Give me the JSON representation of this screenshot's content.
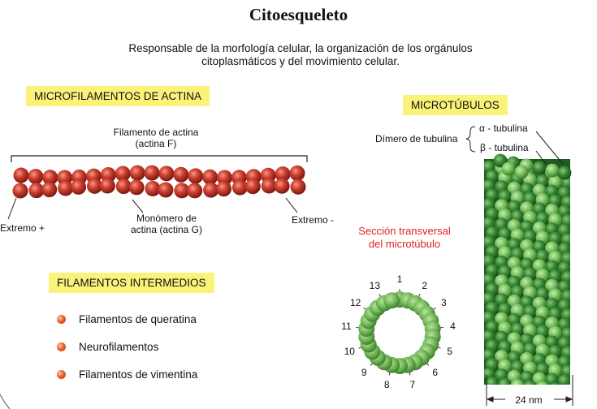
{
  "title": "Citoesqueleto",
  "subtitle": {
    "line1": "Responsable de la morfología celular, la organización de los orgánulos",
    "line2": "citoplasmáticos y del movimiento celular."
  },
  "microfilaments": {
    "heading": "MICROFILAMENTOS DE ACTINA",
    "filament_label_1": "Filamento de actina",
    "filament_label_2": "(actina F)",
    "monomer_label_1": "Monómero de",
    "monomer_label_2": "actina (actina G)",
    "plus_end": "Extremo +",
    "minus_end": "Extremo -"
  },
  "intermediate": {
    "heading": "FILAMENTOS INTERMEDIOS",
    "items": [
      "Filamentos de queratina",
      "Neurofilamentos",
      "Filamentos de vimentina"
    ]
  },
  "microtubules": {
    "heading": "MICROTÚBULOS",
    "dimer_label": "Dímero de tubulina",
    "alpha_label": "α - tubulina",
    "beta_label": "β - tubulina",
    "section_label_1": "Sección transversal",
    "section_label_2": "del microtúbulo",
    "protofilament_numbers": [
      "1",
      "2",
      "3",
      "4",
      "5",
      "6",
      "7",
      "8",
      "9",
      "10",
      "11",
      "12",
      "13"
    ],
    "diameter_label": "24 nm"
  },
  "colors": {
    "highlight": "#fbf27a",
    "actin": "#c0392b",
    "tubulin_light": "#7cc464",
    "tubulin_dark": "#2e7d32",
    "section_text": "#e02020"
  }
}
